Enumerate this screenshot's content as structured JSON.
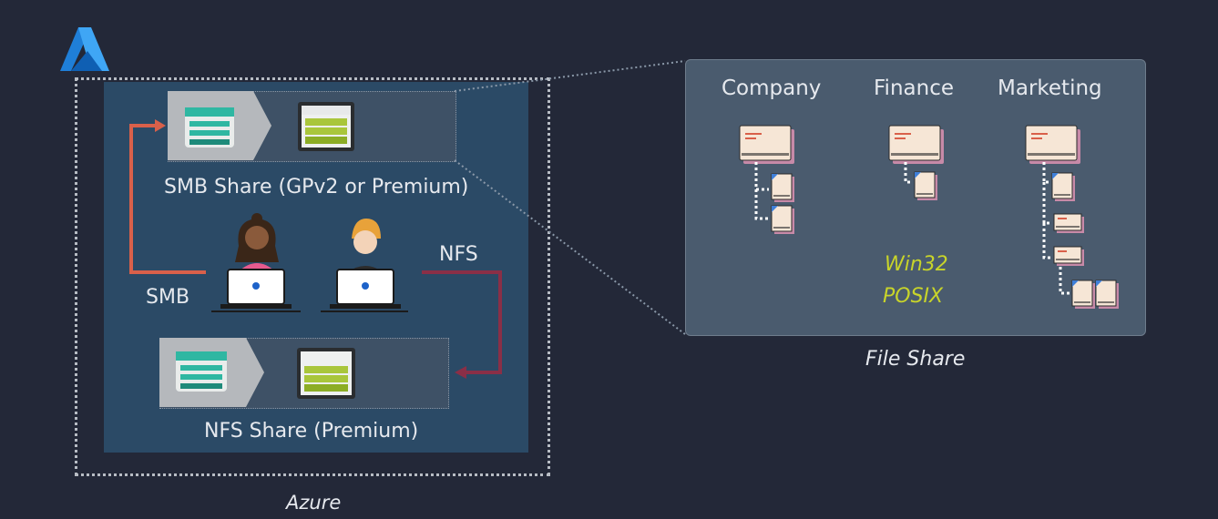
{
  "azure": {
    "label": "Azure"
  },
  "smb_share": {
    "label": "SMB Share (GPv2 or Premium)"
  },
  "nfs_share": {
    "label": "NFS Share (Premium)"
  },
  "protocols": {
    "smb": "SMB",
    "nfs": "NFS"
  },
  "file_share": {
    "label": "File Share",
    "columns": [
      "Company",
      "Finance",
      "Marketing"
    ],
    "formats": [
      "Win32",
      "POSIX"
    ]
  },
  "colors": {
    "background": "#232838",
    "smb_arrow": "#d9604a",
    "nfs_arrow": "#8a2f47",
    "accent": "#c8d42a"
  },
  "icons": [
    "azure-logo-icon",
    "storage-account-icon",
    "file-share-icon",
    "user-icon",
    "laptop-icon",
    "folder-icon",
    "file-icon"
  ]
}
